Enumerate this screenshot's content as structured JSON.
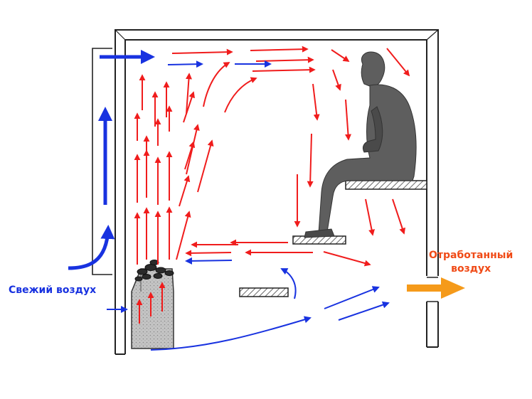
{
  "labels": {
    "fresh_air": "Свежий воздух",
    "exhaust_line1": "Отработанный",
    "exhaust_line2": "воздух"
  },
  "colors": {
    "fresh_air": "#1832e0",
    "warm_air": "#f01c1c",
    "exhaust_air": "#f59a1a",
    "wall": "#222222",
    "person": "#5a5a5a",
    "heater": "#bdbdbd"
  },
  "icons": [
    "heater-stove-icon",
    "seated-person-icon",
    "bench-icon",
    "footrest-icon",
    "vent-grille-icon"
  ]
}
